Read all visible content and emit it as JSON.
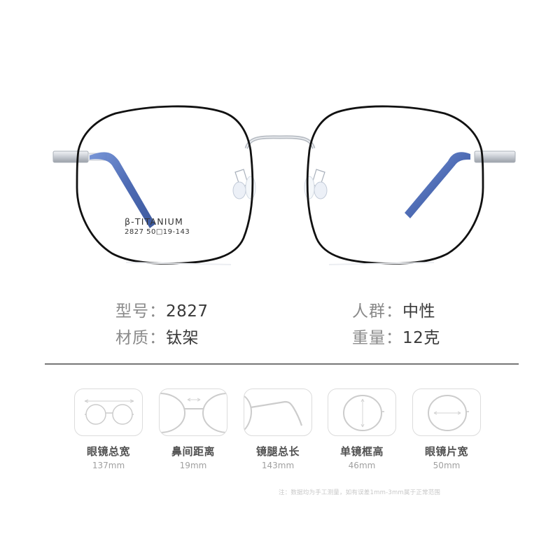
{
  "product_image": {
    "alt": "octagonal titanium eyeglasses, black rim, silver bridge, blue temple tips",
    "colors": {
      "rim": "#111111",
      "metal": "#c8ccd2",
      "temple_tip": "#4a6ab3"
    },
    "engraving": {
      "brand": "β-TITANIUM",
      "sizes": "2827  50□19-143"
    }
  },
  "specs": [
    {
      "key": "型号：",
      "value": "2827"
    },
    {
      "key": "人群：",
      "value": "中性"
    },
    {
      "key": "材质：",
      "value": "钛架"
    },
    {
      "key": "重量：",
      "value": "12克"
    }
  ],
  "measurements": [
    {
      "icon": "total-width-icon",
      "label": "眼镜总宽",
      "value": "137mm"
    },
    {
      "icon": "bridge-width-icon",
      "label": "鼻间距离",
      "value": "19mm"
    },
    {
      "icon": "temple-length-icon",
      "label": "镜腿总长",
      "value": "143mm"
    },
    {
      "icon": "lens-height-icon",
      "label": "单镜框高",
      "value": "46mm"
    },
    {
      "icon": "lens-width-icon",
      "label": "眼镜片宽",
      "value": "50mm"
    }
  ],
  "note": "注：数据均为手工测量，如有误差1mm-3mm属于正常范围"
}
